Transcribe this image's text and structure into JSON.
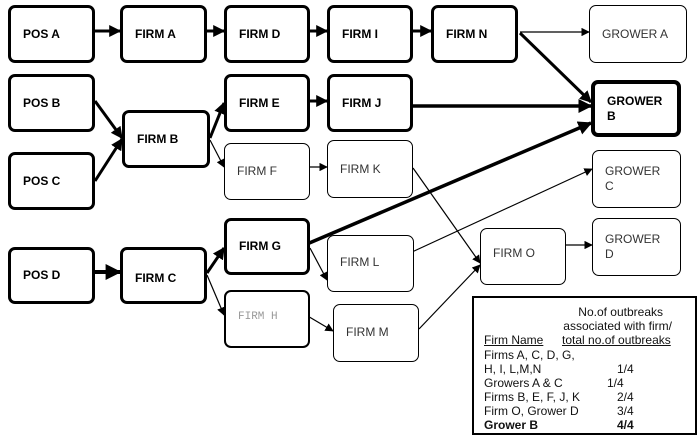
{
  "nodes": {
    "pos_a": "POS A",
    "pos_b": "POS B",
    "pos_c": "POS C",
    "pos_d": "POS D",
    "firm_a": "FIRM A",
    "firm_b": "FIRM B",
    "firm_c": "FIRM C",
    "firm_d": "FIRM D",
    "firm_e": "FIRM E",
    "firm_f": "FIRM F",
    "firm_g": "FIRM G",
    "firm_h": "FIRM H",
    "firm_i": "FIRM I",
    "firm_j": "FIRM J",
    "firm_k": "FIRM K",
    "firm_l": "FIRM L",
    "firm_m": "FIRM M",
    "firm_n": "FIRM N",
    "firm_o": "FIRM O",
    "grower_a": "GROWER A",
    "grower_b_line1": "GROWER",
    "grower_b_line2": "B",
    "grower_c_line1": "GROWER",
    "grower_c_line2": "C",
    "grower_d_line1": "GROWER",
    "grower_d_line2": "D"
  },
  "edges": [
    {
      "from": "POS A",
      "to": "FIRM A",
      "weight": "heavy"
    },
    {
      "from": "FIRM A",
      "to": "FIRM D",
      "weight": "heavy"
    },
    {
      "from": "FIRM D",
      "to": "FIRM I",
      "weight": "heavy"
    },
    {
      "from": "FIRM I",
      "to": "FIRM N",
      "weight": "heavy"
    },
    {
      "from": "FIRM N",
      "to": "GROWER A",
      "weight": "thin"
    },
    {
      "from": "FIRM N",
      "to": "GROWER B",
      "weight": "heavy"
    },
    {
      "from": "POS B",
      "to": "FIRM B",
      "weight": "heavy"
    },
    {
      "from": "POS C",
      "to": "FIRM B",
      "weight": "heavy"
    },
    {
      "from": "FIRM B",
      "to": "FIRM E",
      "weight": "heavy"
    },
    {
      "from": "FIRM B",
      "to": "FIRM F",
      "weight": "thin"
    },
    {
      "from": "FIRM E",
      "to": "FIRM J",
      "weight": "heavy"
    },
    {
      "from": "FIRM J",
      "to": "GROWER B",
      "weight": "heavy"
    },
    {
      "from": "FIRM F",
      "to": "FIRM K",
      "weight": "thin"
    },
    {
      "from": "FIRM K",
      "to": "FIRM O",
      "weight": "thin"
    },
    {
      "from": "POS D",
      "to": "FIRM C",
      "weight": "heavy"
    },
    {
      "from": "FIRM C",
      "to": "FIRM G",
      "weight": "heavy"
    },
    {
      "from": "FIRM C",
      "to": "FIRM H",
      "weight": "thin"
    },
    {
      "from": "FIRM G",
      "to": "GROWER B",
      "weight": "heavy"
    },
    {
      "from": "FIRM G",
      "to": "FIRM L",
      "weight": "thin"
    },
    {
      "from": "FIRM L",
      "to": "GROWER C",
      "weight": "thin"
    },
    {
      "from": "FIRM H",
      "to": "FIRM M",
      "weight": "thin"
    },
    {
      "from": "FIRM M",
      "to": "FIRM O",
      "weight": "thin"
    },
    {
      "from": "FIRM O",
      "to": "GROWER D",
      "weight": "thin"
    }
  ],
  "legend": {
    "header_line1": "No.of outbreaks",
    "header_line2": "associated with firm/",
    "col_name": "Firm Name",
    "col_value": "total no.of outbreaks",
    "rows": [
      {
        "name_line1": "Firms A, C, D, G,",
        "name_line2": "H, I, L,M,N",
        "value": "1/4"
      },
      {
        "name": "Growers A & C",
        "value": "1/4"
      },
      {
        "name": "Firms B, E, F, J, K",
        "value": "2/4"
      },
      {
        "name": "Firm O, Grower D",
        "value": "3/4"
      },
      {
        "name": "Grower B",
        "value": "4/4"
      }
    ]
  }
}
